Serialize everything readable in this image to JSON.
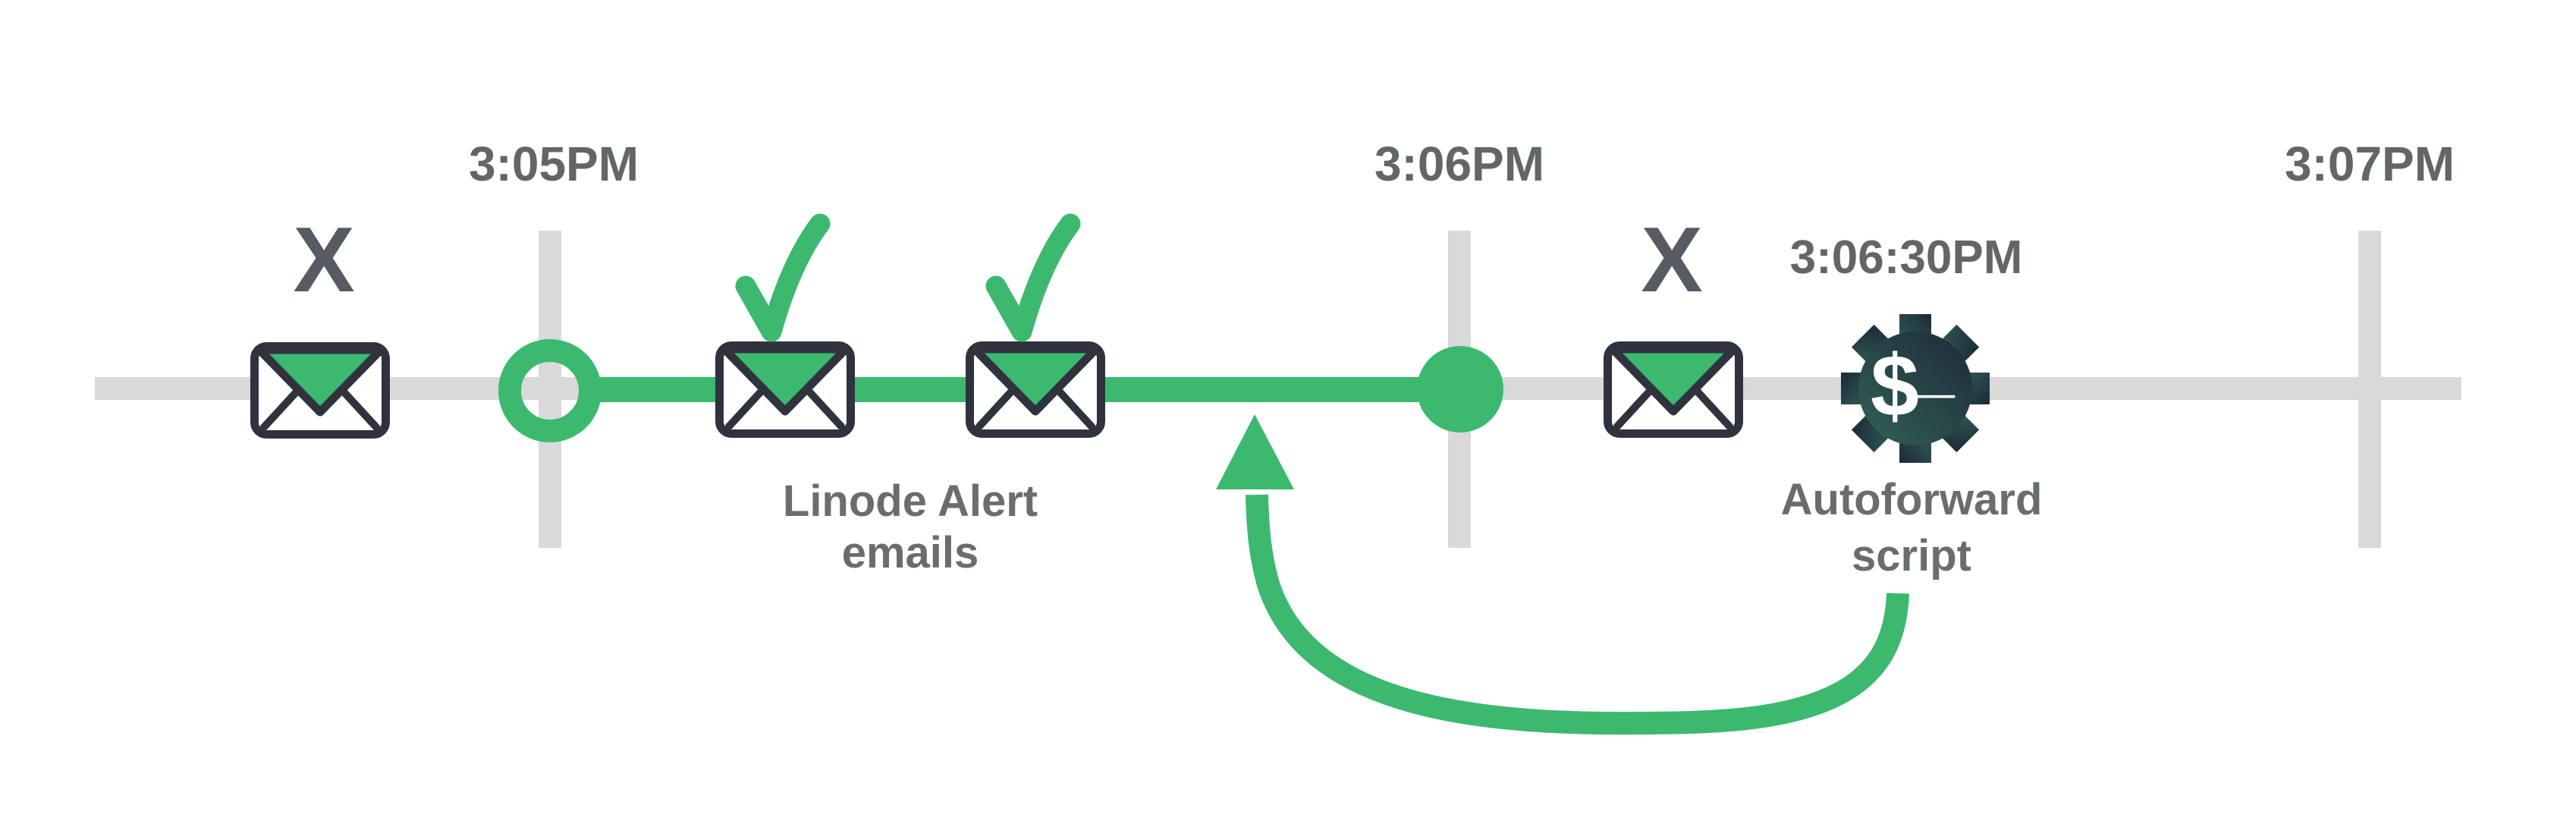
{
  "colors": {
    "green": "#3CB96F",
    "line_gray": "#D9D9D9",
    "outline_dark": "#2F333E",
    "x_gray": "#575B63",
    "time_gray": "#636669",
    "caption_gray": "#6A6D70",
    "gear_teal": "#336158",
    "gear_navy": "#1C2A38",
    "white": "#FFFFFF"
  },
  "timeline": {
    "ticks": [
      {
        "label": "3:05PM"
      },
      {
        "label": "3:06PM"
      },
      {
        "label": "3:07PM"
      }
    ]
  },
  "markers": {
    "x_marks": [
      "X",
      "X"
    ]
  },
  "labels": {
    "script_time": "3:06:30PM",
    "emails_caption": {
      "line1": "Linode Alert",
      "line2": "emails"
    },
    "script_caption": {
      "line1": "Autoforward",
      "line2": "script"
    }
  },
  "gear": {
    "prompt": "$",
    "cursor": "_"
  },
  "icons": {
    "envelope": "envelope-icon",
    "checkmark": "checkmark-icon",
    "x_mark": "x-icon",
    "gear_terminal": "gear-terminal-icon",
    "curved_arrow": "curved-arrow-icon",
    "open_circle": "open-circle-marker",
    "filled_circle": "filled-circle-marker"
  }
}
